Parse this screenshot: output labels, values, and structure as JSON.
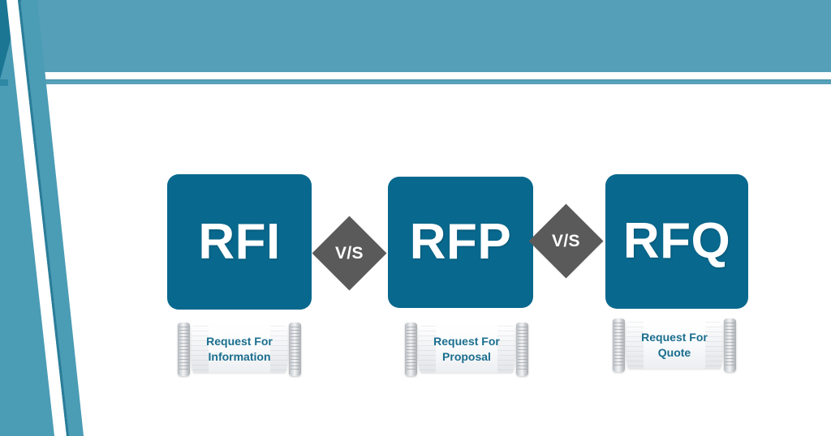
{
  "page": {
    "title": "RFI vs RFP vs RFQ comparison graphic",
    "background_color": "#ffffff"
  },
  "decoration": {
    "banner_color": "#55a0b8",
    "banner_rule_color": "#57a2ba",
    "wedge_color": "#4b9cb5",
    "wedge_dark_color": "#1b7694",
    "wedge_stripe_color": "#ffffff"
  },
  "palette": {
    "box_fill": "#08688d",
    "box_text": "#ffffff",
    "diamond_fill": "#5a5a5a",
    "diamond_text": "#ffffff",
    "caption_text": "#1a6e8e"
  },
  "comparison": {
    "items": [
      {
        "abbr": "RFI",
        "expansion_line1": "Request For",
        "expansion_line2": "Information"
      },
      {
        "abbr": "RFP",
        "expansion_line1": "Request For",
        "expansion_line2": "Proposal"
      },
      {
        "abbr": "RFQ",
        "expansion_line1": "Request For",
        "expansion_line2": "Quote"
      }
    ],
    "separators": [
      {
        "label": "V/S"
      },
      {
        "label": "V/S"
      }
    ]
  }
}
